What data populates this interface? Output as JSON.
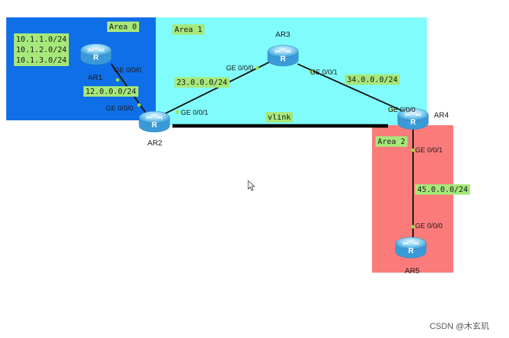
{
  "areas": {
    "area0": "Area 0",
    "area1": "Area 1",
    "area2": "Area 2"
  },
  "area_colors": {
    "area0": "#0f6fe8",
    "area1": "#80fcfc",
    "area2": "#fb7b7b"
  },
  "routers": {
    "ar1": "AR1",
    "ar2": "AR2",
    "ar3": "AR3",
    "ar4": "AR4",
    "ar5": "AR5"
  },
  "networks": {
    "loopbacks": [
      "10.1.1.0/24",
      "10.1.2.0/24",
      "10.1.3.0/24"
    ],
    "ar1_ar2": "12.0.0.0/24",
    "ar2_ar3": "23.0.0.0/24",
    "ar3_ar4": "34.0.0.0/24",
    "ar4_ar5": "45.0.0.0/24"
  },
  "ports": {
    "ar1_ge000": "GE 0/0/0",
    "ar2_ge000": "GE 0/0/0",
    "ar2_ge001": "GE 0/0/1",
    "ar3_ge000": "GE 0/0/0",
    "ar3_ge001": "GE 0/0/1",
    "ar4_ge000": "GE 0/0/0",
    "ar4_ge001": "GE 0/0/1",
    "ar5_ge000": "GE 0/0/0"
  },
  "vlink_label": "vlink",
  "watermark": "CSDN @木玄玑",
  "icons": {
    "router": "router-icon",
    "cursor": "mouse-cursor-icon"
  }
}
